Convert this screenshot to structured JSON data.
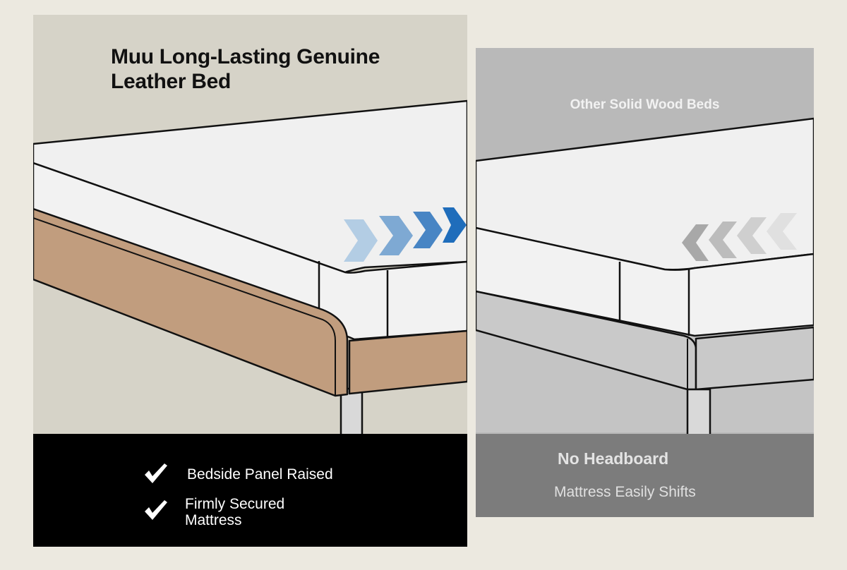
{
  "colors": {
    "page_background": "#ece9e0",
    "left_scene_background": "#d6d3c8",
    "leather_tan": "#c19d7e",
    "left_footer": "#000000",
    "right_scene_background": "#b9b9b9",
    "right_footer": "#7c7c7c",
    "arrows_blue": [
      "#b3cde4",
      "#7ea9d3",
      "#4885c4",
      "#1f6dbb"
    ],
    "arrows_gray": [
      "#a8a8a8",
      "#bcbcbc",
      "#cfcfcf",
      "#e0e0e0"
    ]
  },
  "left": {
    "title": "Muu Long-Lasting Genuine\nLeather Bed",
    "features": [
      {
        "icon": "checkmark-icon",
        "text": "Bedside Panel Raised"
      },
      {
        "icon": "checkmark-icon",
        "text": "Firmly Secured\nMattress"
      }
    ]
  },
  "right": {
    "title": "Other Solid Wood Beds",
    "heading": "No Headboard",
    "subtext": "Mattress Easily Shifts"
  }
}
